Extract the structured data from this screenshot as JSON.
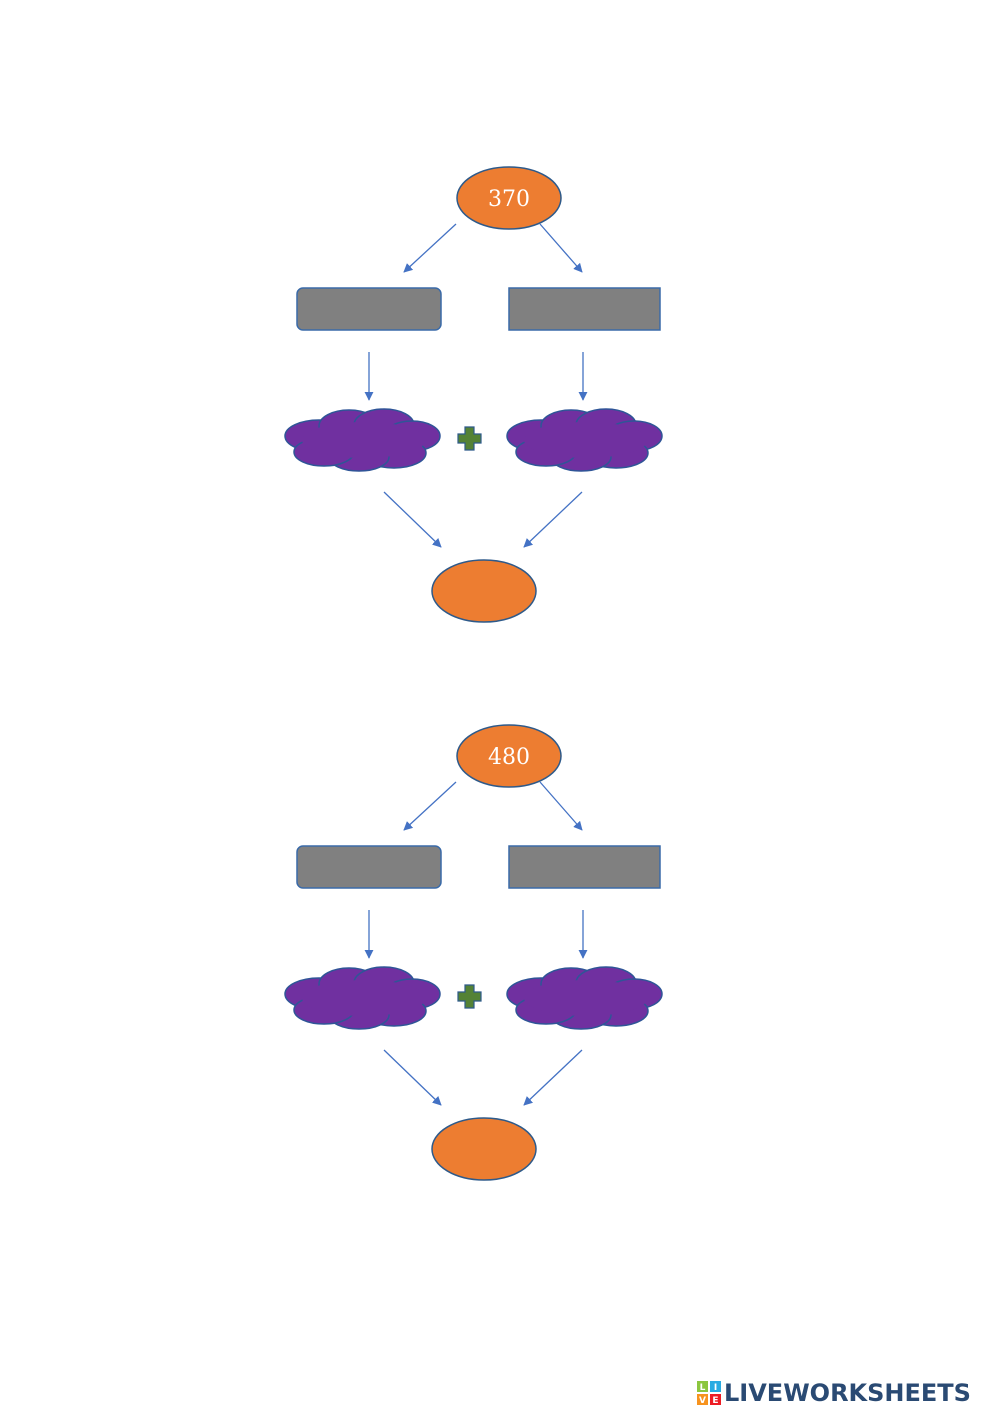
{
  "diagrams": [
    {
      "top_value": "370"
    },
    {
      "top_value": "480"
    }
  ],
  "colors": {
    "ellipse": "#ed7d31",
    "ellipse_stroke": "#2e5a8a",
    "box": "#808080",
    "box_stroke": "#3a6aa8",
    "cloud": "#7030a0",
    "cloud_stroke": "#2f5597",
    "plus": "#548235",
    "arrow": "#4472c4"
  },
  "brand": {
    "text": "LIVEWORKSHEETS",
    "logo_letters": [
      "L",
      "I",
      "V",
      "E"
    ]
  }
}
